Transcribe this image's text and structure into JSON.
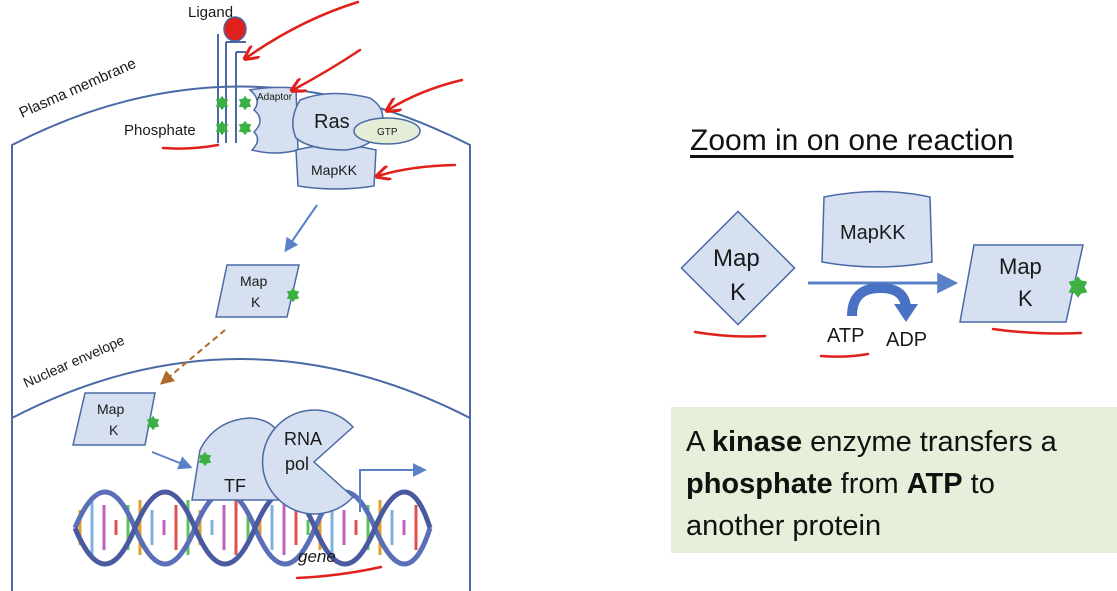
{
  "cell": {
    "ligand_label": "Ligand",
    "plasma_membrane_label": "Plasma membrane",
    "phosphate_label": "Phosphate",
    "adaptor_label": "Adaptor",
    "ras_label": "Ras",
    "gtp_label": "GTP",
    "mapkk_label": "MapKK",
    "mapk_cyto": {
      "line1": "Map",
      "line2": "K"
    },
    "nuclear_envelope_label": "Nuclear envelope",
    "mapk_nuclear": {
      "line1": "Map",
      "line2": "K"
    },
    "tf_label": "TF",
    "rna_pol": {
      "line1": "RNA",
      "line2": "pol"
    },
    "gene_label": "gene"
  },
  "zoom": {
    "title": "Zoom in on one reaction",
    "mapk_left": {
      "line1": "Map",
      "line2": "K"
    },
    "mapkk_label": "MapKK",
    "atp_label": "ATP",
    "adp_label": "ADP",
    "mapk_right": {
      "line1": "Map",
      "line2": "K"
    }
  },
  "summary": {
    "part1": "A ",
    "kinase": "kinase",
    "part2": " enzyme transfers a ",
    "phosphate": "phosphate",
    "part3": " from ",
    "atp": "ATP",
    "part4": " to another protein"
  },
  "colors": {
    "shape_fill": "#d6e0f0",
    "shape_stroke": "#4a6aa6",
    "phosphate_green": "#3cb043",
    "annotation_red": "#e0201b",
    "ligand_red": "#e0201b",
    "gtp_fill": "#e4eed6",
    "arrow_blue": "#5a80c8",
    "dashed_arrow": "#b06a2a",
    "summary_bg": "#e6efd9"
  }
}
